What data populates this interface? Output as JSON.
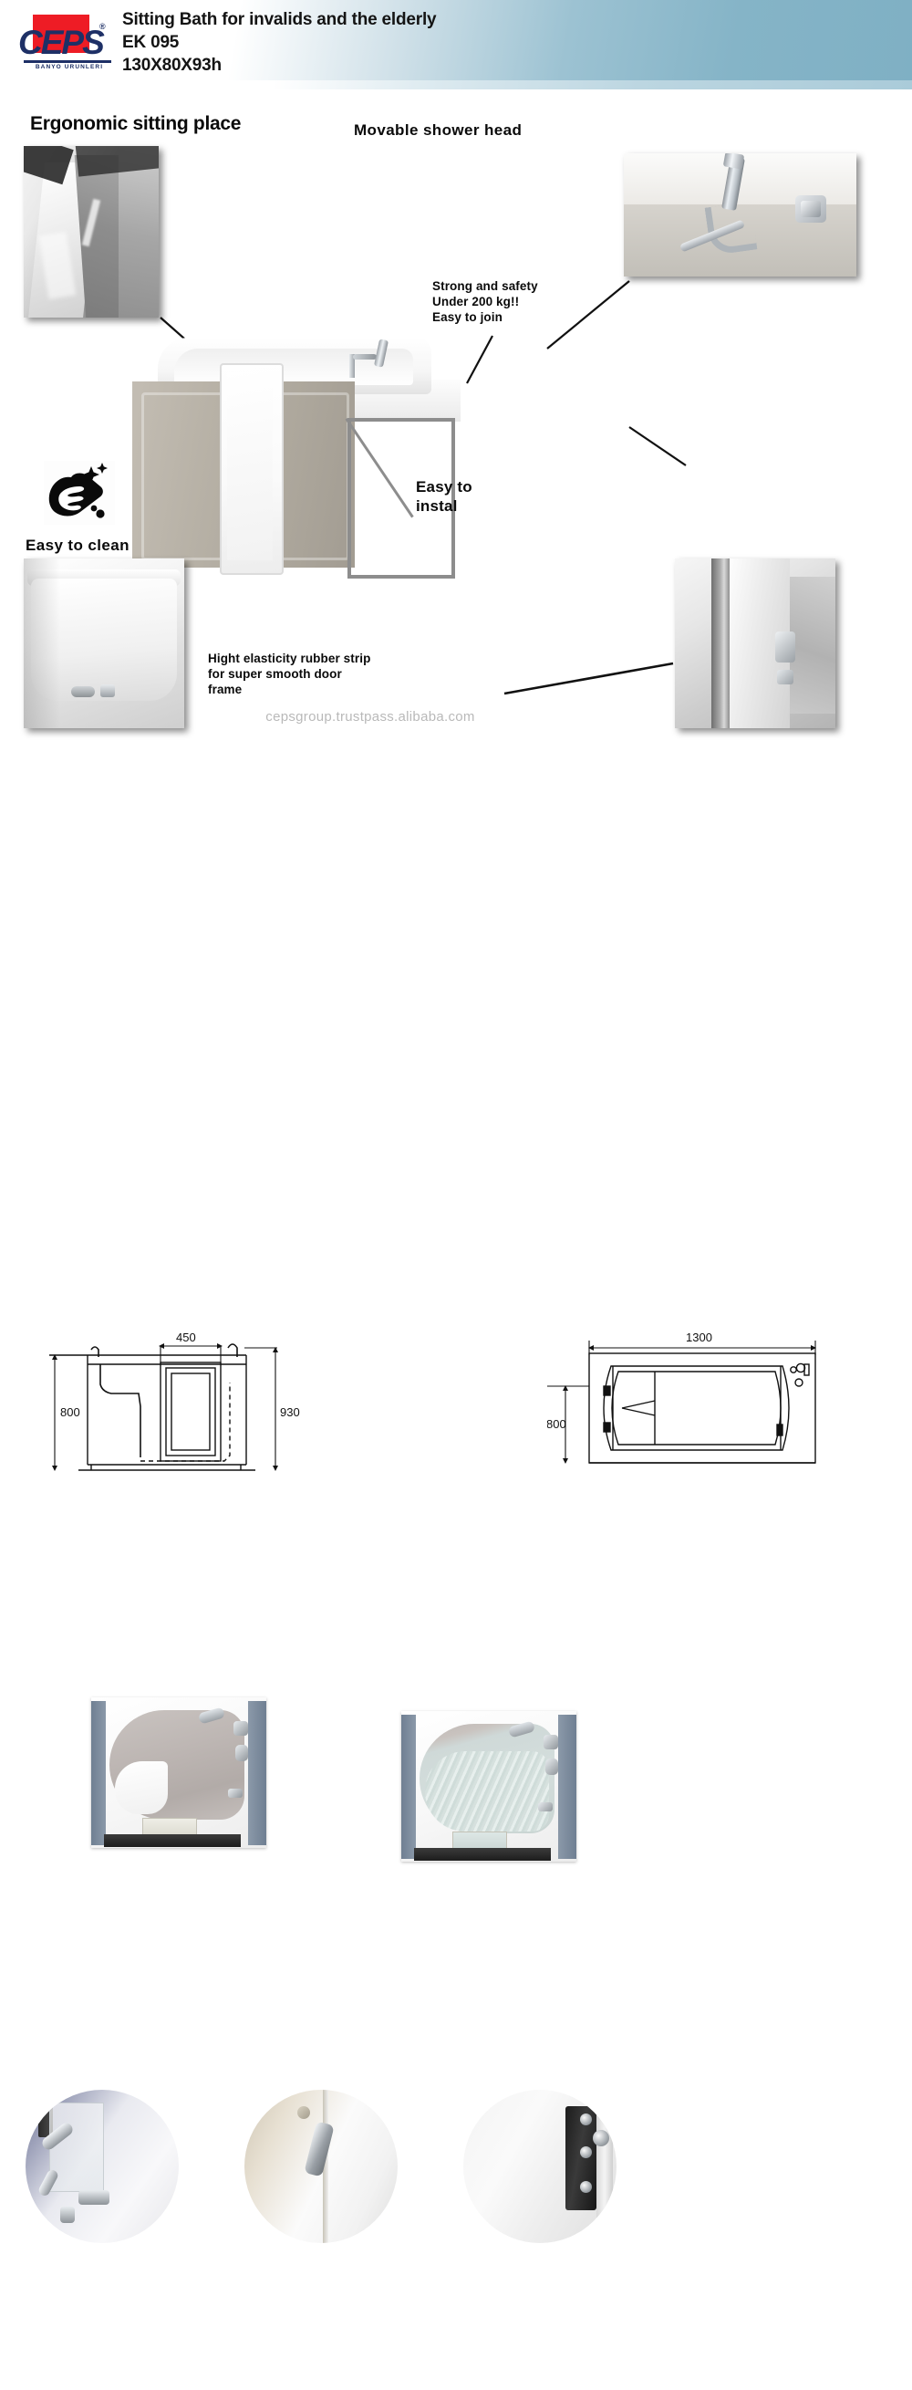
{
  "header": {
    "brand": "CEPS",
    "brand_registered": "®",
    "brand_tagline": "BANYO URUNLERI",
    "title": "Sitting Bath for invalids and the elderly",
    "model": "EK 095",
    "dimensions": "130X80X93h"
  },
  "callouts": {
    "ergonomic": "Ergonomic sitting place",
    "shower_head": "Movable shower head",
    "strong_safety_line1": "Strong and safety",
    "strong_safety_line2": "Under 200 kg!!",
    "strong_safety_line3": "Easy to join",
    "easy_instal_line1": "Easy to",
    "easy_instal_line2": "instal",
    "easy_clean": "Easy to clean",
    "rubber_line1": "Hight elasticity rubber strip",
    "rubber_line2": "for super smooth door",
    "rubber_line3": "frame"
  },
  "watermark": "cepsgroup.trustpass.alibaba.com",
  "drawings": {
    "side_view": {
      "name": "side-elevation-drawing",
      "height_left": "800",
      "door_width": "450",
      "height_right": "930"
    },
    "top_view": {
      "name": "plan-view-drawing",
      "length": "1300",
      "width": "800"
    }
  },
  "photos": {
    "seat": "ergonomic-seat-photo",
    "shower": "movable-shower-head-photo",
    "clean": "easy-to-clean-basin-photo",
    "door": "rubber-strip-door-photo",
    "main": "main-product-photo",
    "top_empty": "top-view-empty-tub-photo",
    "top_filled": "top-view-filled-tub-photo",
    "detail_1": "door-handle-detail-photo",
    "detail_2": "door-lock-lever-detail-photo",
    "detail_3": "door-hinge-detail-photo"
  },
  "colors": {
    "brand_red": "#ee1c25",
    "brand_blue": "#1e3066",
    "header_blue": "#85b4c7",
    "apron_beige": "#b8b2a7",
    "watermark_grey": "#b9b9b9"
  }
}
